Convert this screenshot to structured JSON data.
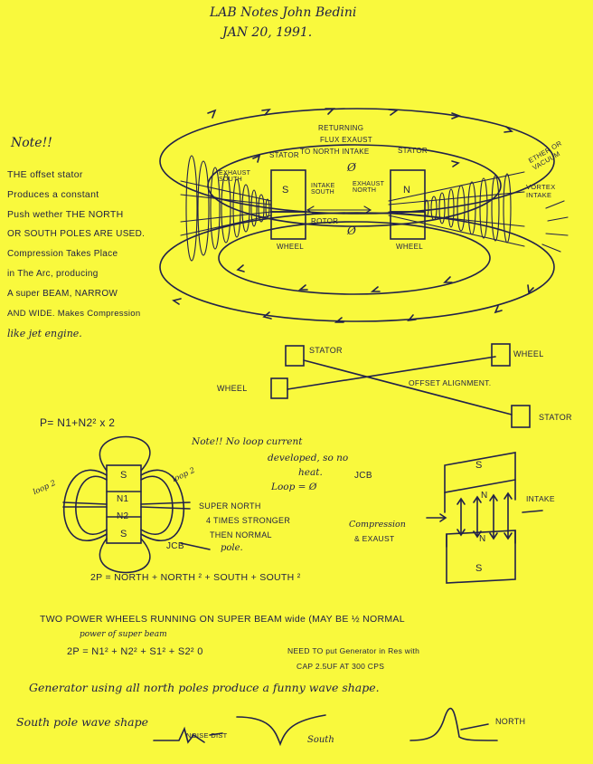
{
  "header": {
    "line1": "LAB   Notes  John Bedini",
    "line2": "JAN 20, 1991."
  },
  "note": {
    "title": "Note!!",
    "lines": [
      "THE offset stator",
      "Produces a constant",
      "Push wether THE NORTH",
      "OR SOUTH POLES ARE USED.",
      "Compression Takes Place",
      "in The Arc, producing",
      "A super BEAM, NARROW",
      "AND WIDE. Makes Compression",
      "like jet engine."
    ]
  },
  "diagram1": {
    "returning": "RETURNING",
    "flux_exhaust": "FLUX EXAUST",
    "to_north_intake": "TO NORTH INTAKE",
    "stator_left": "STATOR",
    "stator_right": "STATOR",
    "exhaust_south": "EXHAUST SOUTH",
    "intake_south": "INTAKE SOUTH",
    "exhaust_north": "EXHAUST NORTH",
    "rotor": "ROTOR",
    "wheel_left": "WHEEL",
    "wheel_right": "WHEEL",
    "pole_s": "S",
    "pole_n": "N",
    "phi": "Ø",
    "ether": "ETHER OR VACUUM",
    "vortex_intake": "VORTEX INTAKE"
  },
  "diagram2": {
    "stator_top": "STATOR",
    "wheel_top": "WHEEL",
    "wheel_left": "WHEEL",
    "offset_alignment": "OFFSET ALIGNMENT.",
    "stator_right": "STATOR"
  },
  "formula1": "P= N1+N2² x 2",
  "note2": {
    "lines": [
      "Note!! No loop current",
      "developed, so no",
      "heat.",
      "Loop = Ø"
    ],
    "initials": "JCB"
  },
  "diagram3": {
    "loop1": "loop 2",
    "loop2": "loop 2",
    "s_top": "S",
    "n1": "N1",
    "n2": "N2",
    "s_bottom": "S",
    "super_north": "SUPER NORTH",
    "times_stronger": "4 TIMES STRONGER",
    "than_normal": "THEN NORMAL",
    "pole": "pole.",
    "initials": "JCB"
  },
  "diagram4": {
    "s_top": "S",
    "n_top": "N",
    "n_bottom": "N",
    "s_bottom": "S",
    "intake": "INTAKE",
    "compression": "Compression",
    "exhaust": "& EXAUST"
  },
  "formula2": "2P = NORTH + NORTH ² + SOUTH + SOUTH ²",
  "bottom": {
    "line1": "TWO POWER WHEELS RUNNING ON SUPER BEAM wide (MAY BE ½ NORMAL",
    "line2": "power of super beam",
    "formula3": "2P = N1² + N2² + S1² + S2²  0",
    "need1": "NEED TO put Generator in Res with",
    "need2": "CAP 2.5UF AT 300 CPS",
    "line3": "Generator using all north poles produce a funny wave shape.",
    "line4": "South pole wave shape",
    "noise": "NOISE DIST",
    "south": "South",
    "north": "NORTH"
  }
}
